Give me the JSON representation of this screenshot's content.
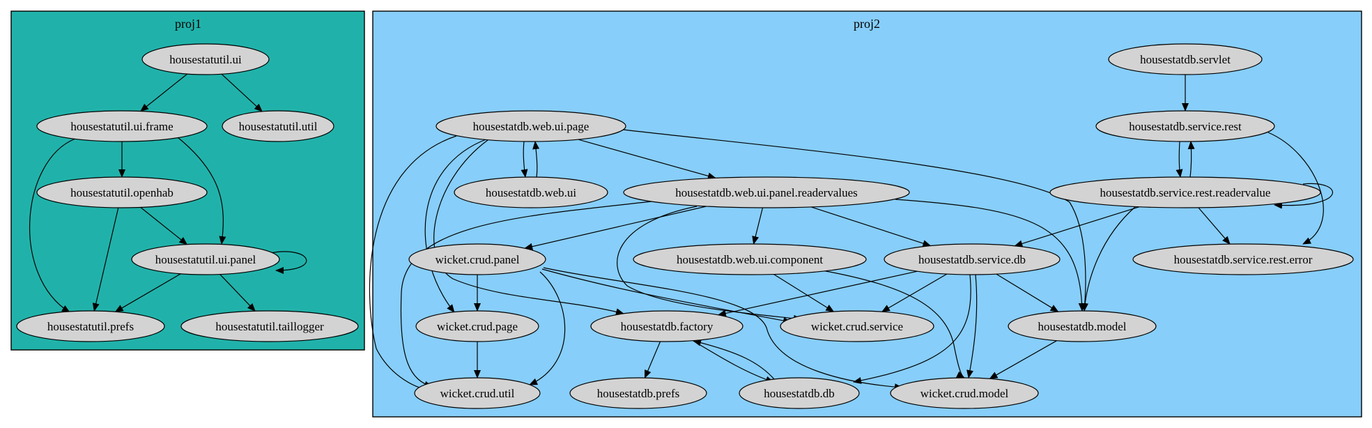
{
  "colors": {
    "proj1_fill": "#20b2aa",
    "proj2_fill": "#87cefa",
    "node_fill": "#d3d3d3",
    "stroke": "#000000"
  },
  "clusters": [
    {
      "id": "proj1",
      "label": "proj1"
    },
    {
      "id": "proj2",
      "label": "proj2"
    }
  ],
  "nodes": [
    {
      "id": "hu_ui",
      "label": "housestatutil.ui"
    },
    {
      "id": "hu_frame",
      "label": "housestatutil.ui.frame"
    },
    {
      "id": "hu_util",
      "label": "housestatutil.util"
    },
    {
      "id": "hu_openhab",
      "label": "housestatutil.openhab"
    },
    {
      "id": "hu_panel",
      "label": "housestatutil.ui.panel"
    },
    {
      "id": "hu_prefs",
      "label": "housestatutil.prefs"
    },
    {
      "id": "hu_tail",
      "label": "housestatutil.taillogger"
    },
    {
      "id": "hd_page",
      "label": "housestatdb.web.ui.page"
    },
    {
      "id": "hd_webui",
      "label": "housestatdb.web.ui"
    },
    {
      "id": "hd_readervalues",
      "label": "housestatdb.web.ui.panel.readervalues"
    },
    {
      "id": "wc_panel",
      "label": "wicket.crud.panel"
    },
    {
      "id": "hd_component",
      "label": "housestatdb.web.ui.component"
    },
    {
      "id": "hd_servicedb",
      "label": "housestatdb.service.db"
    },
    {
      "id": "wc_page",
      "label": "wicket.crud.page"
    },
    {
      "id": "hd_factory",
      "label": "housestatdb.factory"
    },
    {
      "id": "wc_service",
      "label": "wicket.crud.service"
    },
    {
      "id": "hd_model",
      "label": "housestatdb.model"
    },
    {
      "id": "wc_util",
      "label": "wicket.crud.util"
    },
    {
      "id": "hd_prefs",
      "label": "housestatdb.prefs"
    },
    {
      "id": "hd_db",
      "label": "housestatdb.db"
    },
    {
      "id": "wc_model",
      "label": "wicket.crud.model"
    },
    {
      "id": "hd_servlet",
      "label": "housestatdb.servlet"
    },
    {
      "id": "hd_rest",
      "label": "housestatdb.service.rest"
    },
    {
      "id": "hd_readervalue",
      "label": "housestatdb.service.rest.readervalue"
    },
    {
      "id": "hd_error",
      "label": "housestatdb.service.rest.error"
    }
  ],
  "edges": [
    {
      "from": "hu_ui",
      "to": "hu_frame"
    },
    {
      "from": "hu_ui",
      "to": "hu_util"
    },
    {
      "from": "hu_frame",
      "to": "hu_openhab"
    },
    {
      "from": "hu_frame",
      "to": "hu_panel"
    },
    {
      "from": "hu_frame",
      "to": "hu_prefs"
    },
    {
      "from": "hu_openhab",
      "to": "hu_panel"
    },
    {
      "from": "hu_openhab",
      "to": "hu_prefs"
    },
    {
      "from": "hu_panel",
      "to": "hu_panel"
    },
    {
      "from": "hu_panel",
      "to": "hu_prefs"
    },
    {
      "from": "hu_panel",
      "to": "hu_tail"
    },
    {
      "from": "hd_page",
      "to": "hd_webui"
    },
    {
      "from": "hd_webui",
      "to": "hd_page"
    },
    {
      "from": "hd_page",
      "to": "hd_readervalues"
    },
    {
      "from": "hd_page",
      "to": "hd_model"
    },
    {
      "from": "hd_page",
      "to": "wc_page"
    },
    {
      "from": "hd_page",
      "to": "wc_util"
    },
    {
      "from": "hd_page",
      "to": "hd_factory"
    },
    {
      "from": "hd_readervalues",
      "to": "wc_panel"
    },
    {
      "from": "hd_readervalues",
      "to": "hd_component"
    },
    {
      "from": "hd_readervalues",
      "to": "hd_servicedb"
    },
    {
      "from": "hd_readervalues",
      "to": "hd_model"
    },
    {
      "from": "hd_readervalues",
      "to": "wc_util"
    },
    {
      "from": "hd_readervalues",
      "to": "wc_service"
    },
    {
      "from": "wc_panel",
      "to": "wc_page"
    },
    {
      "from": "wc_panel",
      "to": "wc_util"
    },
    {
      "from": "wc_panel",
      "to": "wc_service"
    },
    {
      "from": "wc_panel",
      "to": "wc_model"
    },
    {
      "from": "hd_component",
      "to": "wc_service"
    },
    {
      "from": "hd_component",
      "to": "wc_model"
    },
    {
      "from": "hd_servicedb",
      "to": "hd_factory"
    },
    {
      "from": "hd_servicedb",
      "to": "wc_service"
    },
    {
      "from": "hd_servicedb",
      "to": "hd_model"
    },
    {
      "from": "hd_servicedb",
      "to": "hd_db"
    },
    {
      "from": "hd_servicedb",
      "to": "wc_model"
    },
    {
      "from": "wc_page",
      "to": "wc_util"
    },
    {
      "from": "hd_factory",
      "to": "hd_prefs"
    },
    {
      "from": "hd_factory",
      "to": "hd_db"
    },
    {
      "from": "hd_db",
      "to": "hd_factory"
    },
    {
      "from": "hd_model",
      "to": "wc_model"
    },
    {
      "from": "hd_servlet",
      "to": "hd_rest"
    },
    {
      "from": "hd_rest",
      "to": "hd_readervalue"
    },
    {
      "from": "hd_readervalue",
      "to": "hd_rest"
    },
    {
      "from": "hd_rest",
      "to": "hd_error"
    },
    {
      "from": "hd_readervalue",
      "to": "hd_readervalue"
    },
    {
      "from": "hd_readervalue",
      "to": "hd_error"
    },
    {
      "from": "hd_readervalue",
      "to": "hd_servicedb"
    },
    {
      "from": "hd_readervalue",
      "to": "hd_model"
    }
  ]
}
